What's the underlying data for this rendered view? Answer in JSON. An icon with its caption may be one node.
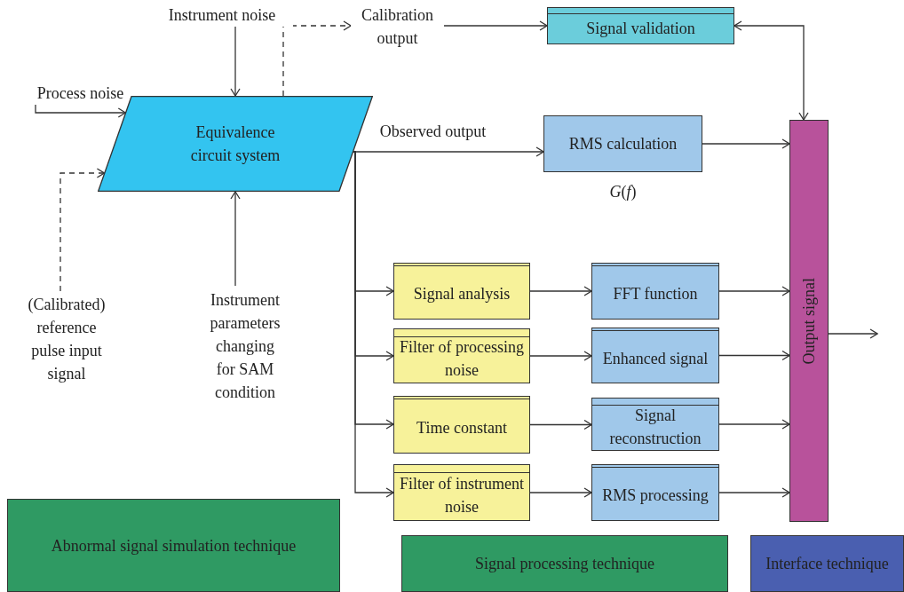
{
  "diagram": {
    "nodes": [
      {
        "text": [
          "Instrument noise"
        ]
      },
      {
        "text": [
          "Process noise"
        ]
      },
      {
        "text": [
          "Equivalence circuit system"
        ]
      },
      {
        "text": [
          "Calibration output"
        ]
      },
      {
        "text": [
          "Signal validation"
        ]
      },
      {
        "text": [
          "RMS calculation"
        ],
        "beside": [
          "*G*(*f*)"
        ]
      },
      {
        "text": [
          "(Calibrated) reference pulse input signal"
        ]
      },
      {
        "text": [
          "Instrument parameters changing for SAM condition"
        ]
      },
      {
        "text": [
          "Signal analysis"
        ]
      },
      {
        "text": [
          "Filter of processing noise"
        ]
      },
      {
        "text": [
          "Time constant"
        ]
      },
      {
        "text": [
          "Filter of instrument noise"
        ]
      },
      {
        "text": [
          "FFT function"
        ]
      },
      {
        "text": [
          "Enhanced signal"
        ]
      },
      {
        "text": [
          "Signal reconstruction"
        ]
      },
      {
        "text": [
          "RMS processing"
        ]
      },
      {
        "text": [
          "Output signal"
        ]
      },
      {
        "text": [
          "Abnormal signal simulation technique"
        ]
      },
      {
        "text": [
          "Signal processing technique"
        ]
      },
      {
        "text": [
          "Interface technique"
        ]
      }
    ],
    "edges": [
      {
        "from": 1,
        "to": 2,
        "arrow": "to"
      },
      {
        "from": 0,
        "to": 2,
        "arrow": "to"
      },
      {
        "from": 2,
        "to": 3,
        "arrow": "to",
        "style": "dashed"
      },
      {
        "from": 3,
        "to": 4,
        "arrow": "to"
      },
      {
        "from": 16,
        "to": 4,
        "arrow": "both"
      },
      {
        "from": 2,
        "to": 5,
        "arrow": "to",
        "label": "Observed output"
      },
      {
        "from": 6,
        "to": 2,
        "arrow": "to",
        "style": "dashed"
      },
      {
        "from": 7,
        "to": 2,
        "arrow": "to"
      },
      {
        "from": 2,
        "to": 8,
        "arrow": "to"
      },
      {
        "from": 2,
        "to": 9,
        "arrow": "to"
      },
      {
        "from": 2,
        "to": 10,
        "arrow": "to"
      },
      {
        "from": 2,
        "to": 11,
        "arrow": "to"
      },
      {
        "from": 8,
        "to": 12,
        "arrow": "to"
      },
      {
        "from": 9,
        "to": 13,
        "arrow": "to"
      },
      {
        "from": 10,
        "to": 14,
        "arrow": "to"
      },
      {
        "from": 11,
        "to": 15,
        "arrow": "to"
      },
      {
        "from": 5,
        "to": 16,
        "arrow": "to"
      },
      {
        "from": 12,
        "to": 16,
        "arrow": "to"
      },
      {
        "from": 13,
        "to": 16,
        "arrow": "to"
      },
      {
        "from": 14,
        "to": 16,
        "arrow": "to"
      },
      {
        "from": 15,
        "to": 16,
        "arrow": "to"
      },
      {
        "from": 16,
        "to": null,
        "arrow": "to"
      }
    ]
  }
}
